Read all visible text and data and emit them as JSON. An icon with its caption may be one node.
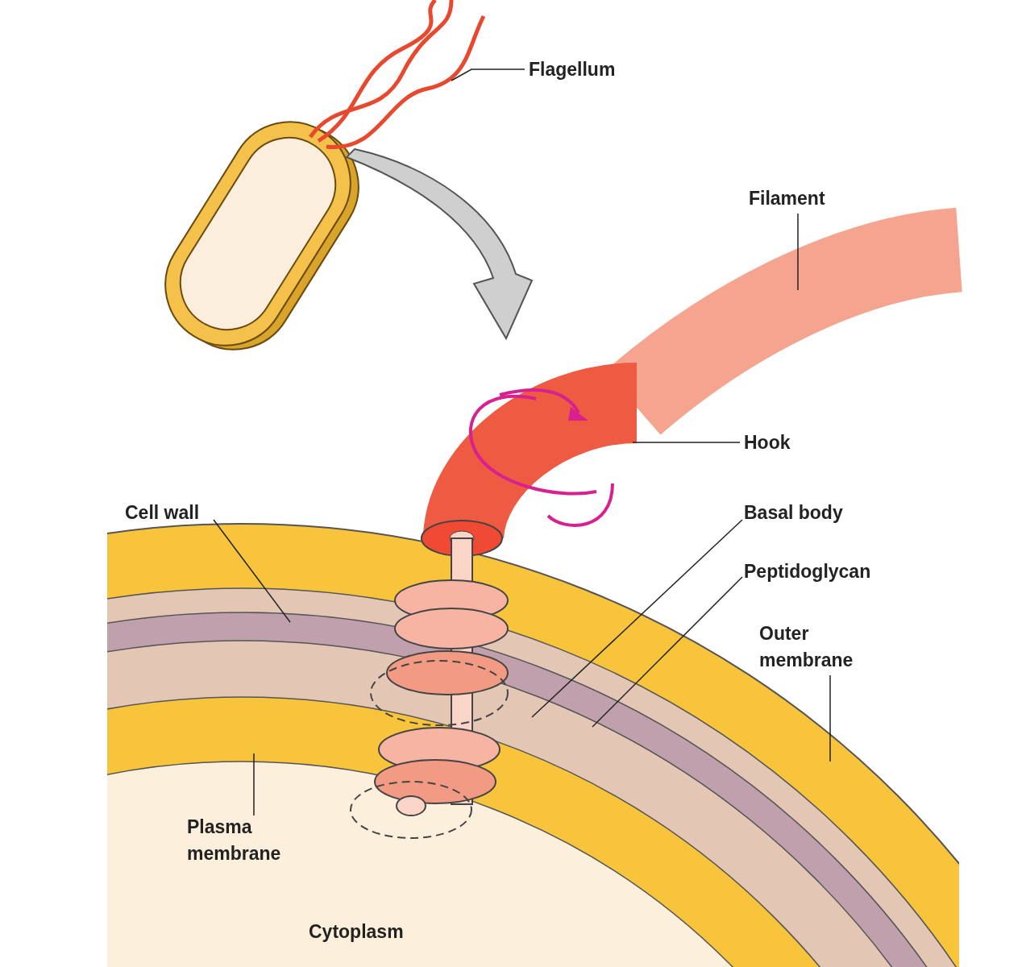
{
  "diagram": {
    "nodes": [
      {
        "text": [
          "Flagellum"
        ]
      },
      {
        "text": [
          "Filament"
        ]
      },
      {
        "text": [
          "Hook"
        ]
      },
      {
        "text": [
          "Cell wall"
        ]
      },
      {
        "text": [
          "Basal body"
        ]
      },
      {
        "text": [
          "Peptidoglycan"
        ]
      },
      {
        "text": [
          "Outer membrane"
        ]
      },
      {
        "text": [
          "Plasma membrane"
        ]
      }
    ],
    "edges": [
      {
        "from": 0,
        "to": null,
        "arrow": "none"
      },
      {
        "from": 1,
        "to": null,
        "arrow": "none"
      },
      {
        "from": 2,
        "to": null,
        "arrow": "none"
      },
      {
        "from": 3,
        "to": null,
        "arrow": "none"
      },
      {
        "from": 4,
        "to": null,
        "arrow": "none"
      },
      {
        "from": 5,
        "to": null,
        "arrow": "none"
      },
      {
        "from": 6,
        "to": null,
        "arrow": "none"
      },
      {
        "from": 7,
        "to": null,
        "arrow": "none"
      }
    ],
    "labels": [
      "Cytoplasm"
    ]
  }
}
